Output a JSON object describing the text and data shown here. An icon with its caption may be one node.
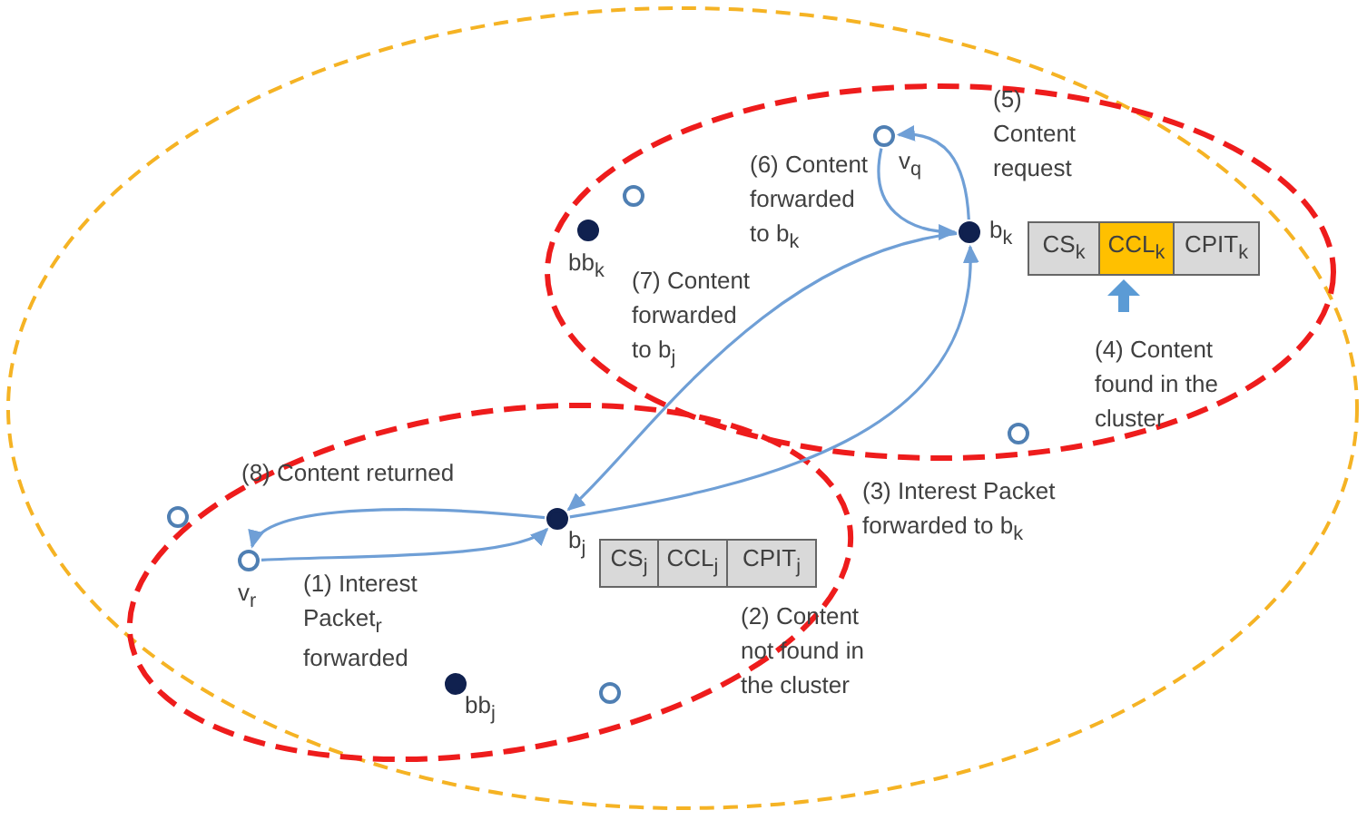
{
  "diagram": {
    "nodes": [
      {
        "text": [],
        "shape": "ellipse"
      },
      {
        "text": [],
        "shape": "ellipse",
        "in": 0
      },
      {
        "text": [],
        "shape": "circle",
        "beside": [
          "v$_{q}$"
        ],
        "in": 1
      },
      {
        "text": [],
        "shape": "circle",
        "in": 1
      },
      {
        "text": [],
        "shape": "dot",
        "beside": [
          "bb$_{k}$"
        ],
        "in": 1
      },
      {
        "text": [],
        "shape": "dot",
        "beside": [
          "b$_{k}$"
        ],
        "in": 1
      },
      {
        "text": [
          "CS$_{k}$"
        ],
        "in": 1
      },
      {
        "text": [
          "CCL$_{k}$"
        ],
        "in": 1
      },
      {
        "text": [
          "CPIT$_{k}$"
        ],
        "in": 1
      },
      {
        "text": [],
        "shape": "circle",
        "in": 1
      },
      {
        "text": [],
        "shape": "ellipse",
        "in": 0
      },
      {
        "text": [],
        "shape": "dot",
        "beside": [
          "b$_{j}$"
        ],
        "in": 10
      },
      {
        "text": [],
        "shape": "circle",
        "in": 10
      },
      {
        "text": [],
        "shape": "circle",
        "beside": [
          "v$_{r}$"
        ],
        "in": 10
      },
      {
        "text": [
          "CS$_{j}$"
        ],
        "in": 10
      },
      {
        "text": [
          "CCL$_{j}$"
        ],
        "in": 10
      },
      {
        "text": [
          "CPIT$_{j}$"
        ],
        "in": 10
      },
      {
        "text": [],
        "shape": "dot",
        "beside": [
          "bb$_{j}$"
        ],
        "in": 10
      },
      {
        "text": [],
        "shape": "circle",
        "in": 10
      }
    ],
    "edges": [
      {
        "from": 13,
        "to": 11,
        "arrow": "to",
        "label": "(1) Interest Packet$_{r}$ forwarded"
      },
      {
        "from": 11,
        "to": 5,
        "arrow": "to",
        "label": "(3) Interest Packet forwarded to b$_{k}$"
      },
      {
        "from": 5,
        "to": 2,
        "arrow": "to",
        "label": "(5) Content request"
      },
      {
        "from": 2,
        "to": 5,
        "arrow": "to",
        "label": "(6) Content forwarded to b$_{k}$"
      },
      {
        "from": 5,
        "to": 11,
        "arrow": "to",
        "label": "(7) Content forwarded to b$_{j}$"
      },
      {
        "from": 11,
        "to": 13,
        "arrow": "to",
        "label": "(8) Content returned"
      }
    ],
    "labels": [
      "(4) Content found in the cluster",
      "(2) Content not found in the cluster"
    ]
  }
}
